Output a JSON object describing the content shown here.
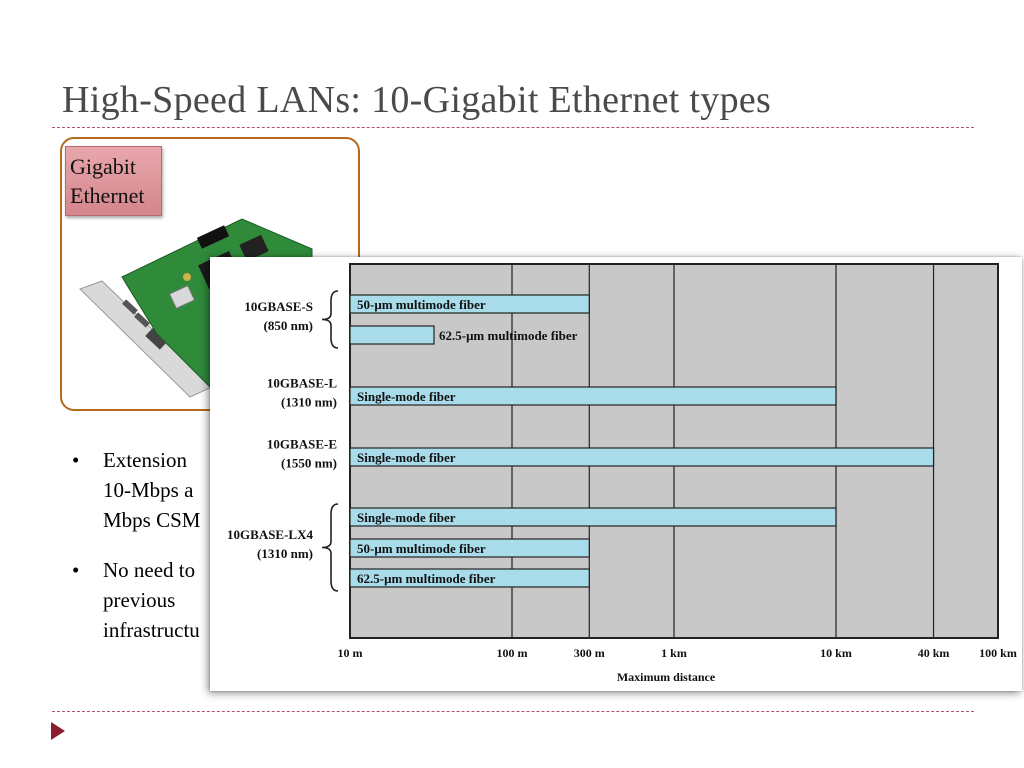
{
  "slide": {
    "title": "High-Speed LANs: 10-Gigabit Ethernet types",
    "image_label_lines": [
      "Gigabit",
      "Ethernet"
    ],
    "bullets": [
      {
        "marker": "•",
        "lines": [
          "Extension",
          "10-Mbps a",
          "Mbps CSM"
        ]
      },
      {
        "marker": "•",
        "lines": [
          "No need to",
          "previous",
          "infrastructu"
        ]
      }
    ],
    "nav_icon": "play-arrow-icon"
  },
  "colors": {
    "title": "#4a4a4a",
    "rule": "#b0546a",
    "frame": "#b56a1e",
    "label_fill": "#d4868c",
    "plot_bg": "#c8c8c8",
    "bar_fill": "#a9dcea",
    "nav_arrow": "#8b1c2c"
  },
  "chart_data": {
    "type": "bar",
    "orientation": "horizontal",
    "scale": "log",
    "xlabel": "Maximum distance",
    "ylabel": "",
    "xlim": [
      10,
      100000
    ],
    "x_ticks": [
      {
        "value": 10,
        "label": "10 m"
      },
      {
        "value": 100,
        "label": "100 m"
      },
      {
        "value": 300,
        "label": "300 m"
      },
      {
        "value": 1000,
        "label": "1 km"
      },
      {
        "value": 10000,
        "label": "10 km"
      },
      {
        "value": 40000,
        "label": "40 km"
      },
      {
        "value": 100000,
        "label": "100 km"
      }
    ],
    "grid": true,
    "groups": [
      {
        "name": [
          "10GBASE-S",
          "(850 nm)"
        ],
        "brace": true,
        "bars": [
          {
            "label": "50-μm multimode fiber",
            "value": 300,
            "label_inside": true
          },
          {
            "label": "62.5-μm multimode fiber",
            "value": 33,
            "label_inside": false
          }
        ]
      },
      {
        "name": [
          "10GBASE-L",
          "(1310 nm)"
        ],
        "brace": false,
        "bars": [
          {
            "label": "Single-mode fiber",
            "value": 10000,
            "label_inside": true
          }
        ]
      },
      {
        "name": [
          "10GBASE-E",
          "(1550 nm)"
        ],
        "brace": false,
        "bars": [
          {
            "label": "Single-mode fiber",
            "value": 40000,
            "label_inside": true
          }
        ]
      },
      {
        "name": [
          "10GBASE-LX4",
          "(1310 nm)"
        ],
        "brace": true,
        "bars": [
          {
            "label": "Single-mode fiber",
            "value": 10000,
            "label_inside": true
          },
          {
            "label": "50-μm multimode fiber",
            "value": 300,
            "label_inside": true
          },
          {
            "label": "62.5-μm multimode fiber",
            "value": 300,
            "label_inside": true
          }
        ]
      }
    ]
  }
}
